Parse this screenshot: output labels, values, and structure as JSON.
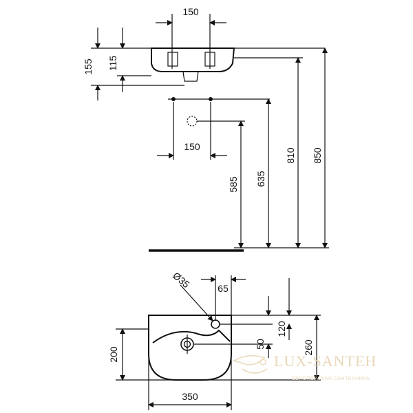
{
  "dimensions": {
    "top_tap_spacing": "150",
    "basin_height_outer": "155",
    "basin_height_inner": "115",
    "wall_tap_spacing": "150",
    "height_585": "585",
    "height_635": "635",
    "height_810": "810",
    "height_850": "850",
    "tap_hole_diameter": "Ø35",
    "tap_offset": "65",
    "tap_hole_from_back": "120",
    "drain_from_back": "50",
    "basin_depth_total": "260",
    "basin_depth_front": "200",
    "basin_width": "350"
  },
  "watermark": {
    "brand": "LUX-SANTEH",
    "tagline": "ЕВРОПЕЙСКАЯ САНТЕХНИКА"
  }
}
